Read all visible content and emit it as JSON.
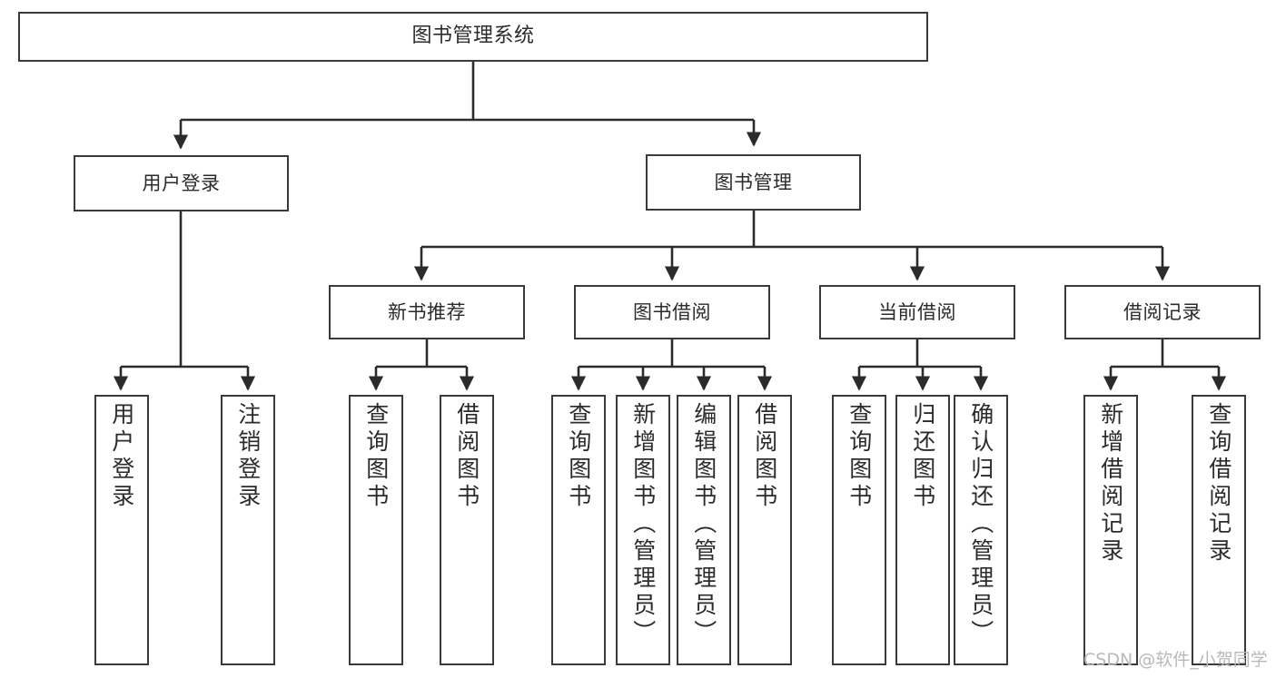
{
  "diagram": {
    "type": "tree-hierarchy",
    "title": "图书管理系统",
    "orientation": "top-down",
    "colors": {
      "box_border": "#3a3a3a",
      "box_fill": "#ffffff",
      "edge": "#2b2b2b",
      "text": "#2b2b2b",
      "watermark": "#b9b9b9",
      "background": "#ffffff"
    }
  },
  "root": {
    "label": "图书管理系统"
  },
  "level2": [
    {
      "label": "用户登录"
    },
    {
      "label": "图书管理"
    }
  ],
  "level3": [
    {
      "label": "新书推荐"
    },
    {
      "label": "图书借阅"
    },
    {
      "label": "当前借阅"
    },
    {
      "label": "借阅记录"
    }
  ],
  "leaves": {
    "user_login": [
      {
        "label": "用户登录"
      },
      {
        "label": "注销登录"
      }
    ],
    "new_book": [
      {
        "label": "查询图书"
      },
      {
        "label": "借阅图书"
      }
    ],
    "book_borrow": [
      {
        "label": "查询图书"
      },
      {
        "label": "新增图书（管理员）"
      },
      {
        "label": "编辑图书（管理员）"
      },
      {
        "label": "借阅图书"
      }
    ],
    "current_borrow": [
      {
        "label": "查询图书"
      },
      {
        "label": "归还图书"
      },
      {
        "label": "确认归还（管理员）"
      }
    ],
    "borrow_record": [
      {
        "label": "新增借阅记录"
      },
      {
        "label": "查询借阅记录"
      }
    ]
  },
  "watermark": {
    "text": "CSDN @软件_小贺同学"
  }
}
